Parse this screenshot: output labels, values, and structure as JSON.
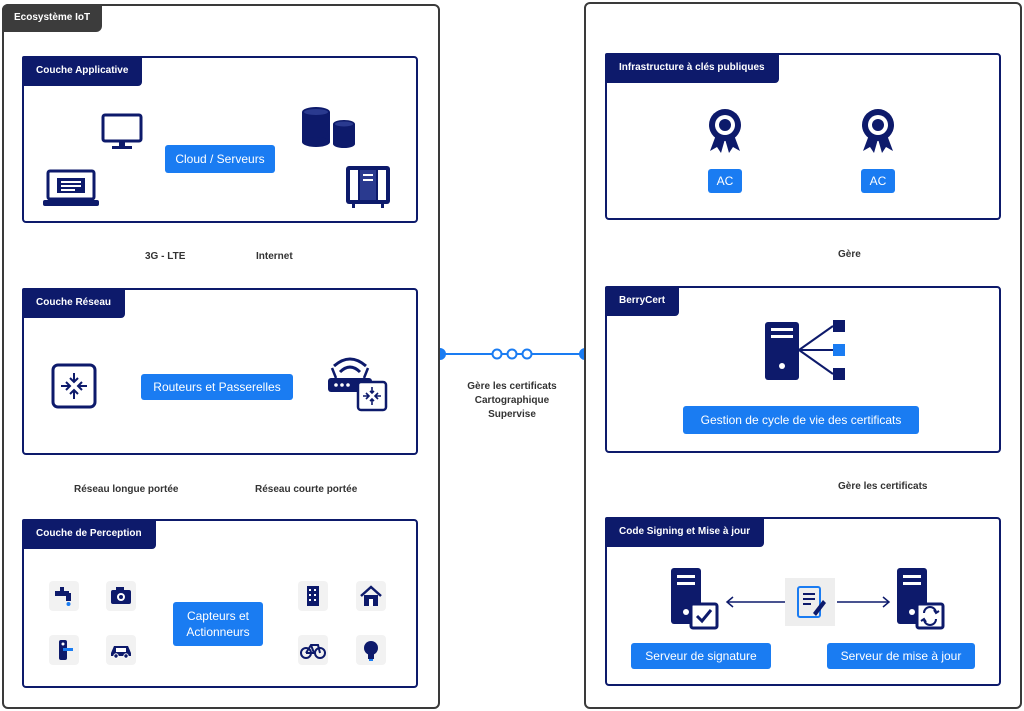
{
  "colors": {
    "navy": "#0d1a6b",
    "accent": "#1a7cf2",
    "dark": "#3c3c3c"
  },
  "ecosystem": {
    "title": "Ecosystème IoT",
    "app_layer": {
      "title": "Couche Applicative",
      "label": "Cloud / Serveurs"
    },
    "link_top": {
      "left": "3G - LTE",
      "right": "Internet"
    },
    "network_layer": {
      "title": "Couche Réseau",
      "label": "Routeurs et Passerelles"
    },
    "link_bottom": {
      "left": "Réseau longue portée",
      "right": "Réseau courte portée"
    },
    "perception_layer": {
      "title": "Couche de Perception",
      "label_line1": "Capteurs et",
      "label_line2": "Actionneurs"
    }
  },
  "center": {
    "line1": "Gère les certificats",
    "line2": "Cartographique",
    "line3": "Supervise"
  },
  "pki": {
    "title": "Infrastructure à clés publiques",
    "ca1": "AC",
    "ca2": "AC"
  },
  "link_pki": "Gère",
  "berrycert": {
    "title": "BerryCert",
    "label": "Gestion de cycle de vie des certificats"
  },
  "link_berry": "Gère les certificats",
  "codesign": {
    "title": "Code Signing et Mise à jour",
    "sign_server": "Serveur de signature",
    "update_server": "Serveur de mise à jour"
  }
}
